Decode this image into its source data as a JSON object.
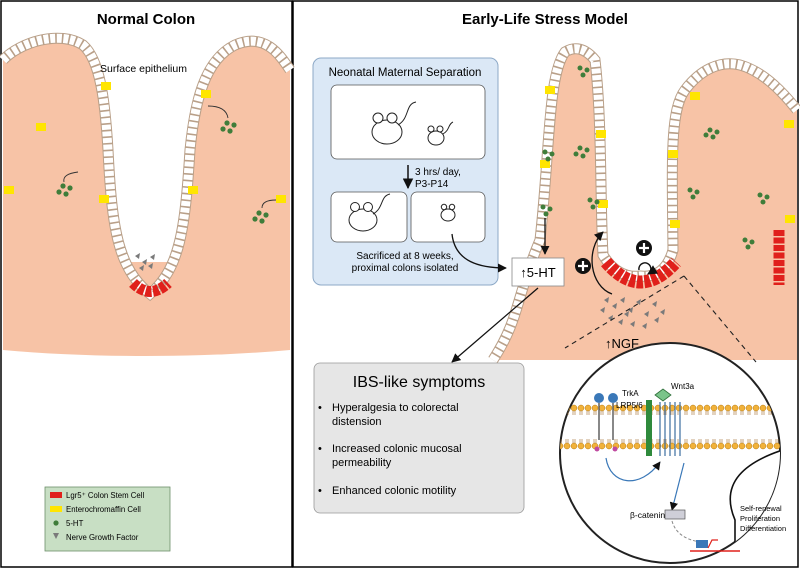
{
  "panels": {
    "left_title": "Normal Colon",
    "right_title": "Early-Life Stress Model"
  },
  "labels": {
    "surface_epithelium": "Surface epithelium",
    "five_ht": "↑5-HT",
    "ngf": "↑NGF"
  },
  "protocol": {
    "title": "Neonatal Maternal Separation",
    "schedule_line1": "3 hrs/ day,",
    "schedule_line2": "P3-P14",
    "sacrifice_line1": "Sacrificed at 8 weeks,",
    "sacrifice_line2": "proximal colons isolated"
  },
  "symptoms": {
    "title": "IBS-like symptoms",
    "items": [
      {
        "line1": "Hyperalgesia to colorectal",
        "line2": "distension"
      },
      {
        "line1": "Increased colonic mucosal",
        "line2": "permeability"
      },
      {
        "line1": "Enhanced colonic motility",
        "line2": ""
      }
    ]
  },
  "legend": {
    "items": [
      {
        "label": "Lgr5⁺ Colon Stem Cell",
        "symbol": "red-block",
        "color": "#e0201b"
      },
      {
        "label": "Enterochromaffin Cell",
        "symbol": "yellow-block",
        "color": "#ffe500"
      },
      {
        "label": "5-HT",
        "symbol": "green-dot",
        "color": "#3f7d3a"
      },
      {
        "label": "Nerve Growth Factor",
        "symbol": "grey-ngf",
        "color": "#7a7a7a"
      }
    ]
  },
  "inset": {
    "trka": "TrkA",
    "lrp": "LRP5/6",
    "wnt": "Wnt3a",
    "beta_catenin": "β-catenin",
    "outcome_line1": "Self-renewal",
    "outcome_line2": "Proliferation",
    "outcome_line3": "Differentiation"
  },
  "colors": {
    "tissue": "#f7c3a6",
    "protocol_box": "#dbe8f6",
    "symptom_box": "#e6e6e6",
    "legend_box": "#c8dfc4",
    "membrane_head": "#f2b23a"
  }
}
